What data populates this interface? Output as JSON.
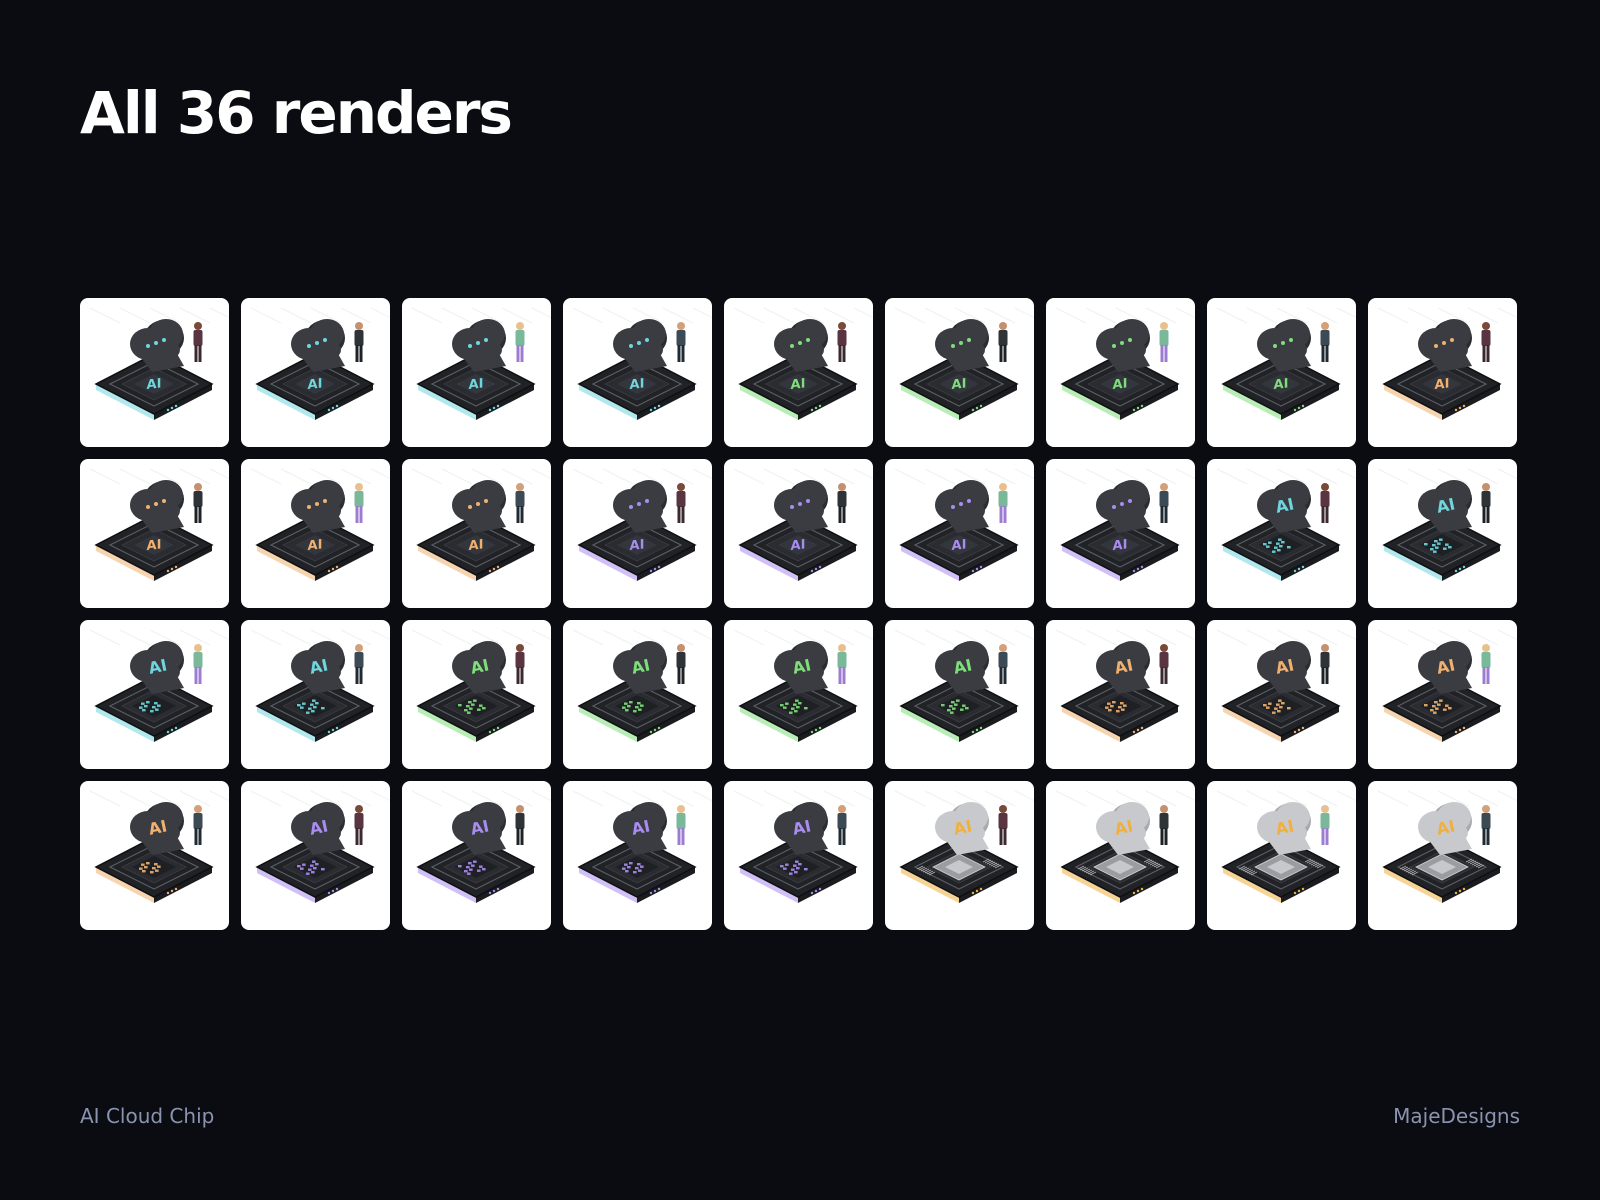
{
  "header": {
    "title": "All 36 renders"
  },
  "footer": {
    "left": "AI Cloud Chip",
    "right": "MajeDesigns"
  },
  "palette": {
    "teal": "#6fd6de",
    "green": "#7ede7a",
    "orange": "#f0b070",
    "purple": "#a98cf0",
    "gold": "#f0b040"
  },
  "renders": [
    {
      "accent": "teal",
      "cloud_label": "dots",
      "chip_label": "AI",
      "core": "solid",
      "person": "man-maroon"
    },
    {
      "accent": "teal",
      "cloud_label": "dots",
      "chip_label": "AI",
      "core": "solid",
      "person": "man-dark"
    },
    {
      "accent": "teal",
      "cloud_label": "dots",
      "chip_label": "AI",
      "core": "solid",
      "person": "woman-purple"
    },
    {
      "accent": "teal",
      "cloud_label": "dots",
      "chip_label": "AI",
      "core": "solid",
      "person": "man-teal"
    },
    {
      "accent": "green",
      "cloud_label": "dots",
      "chip_label": "AI",
      "core": "solid",
      "person": "man-maroon"
    },
    {
      "accent": "green",
      "cloud_label": "dots",
      "chip_label": "AI",
      "core": "solid",
      "person": "man-dark"
    },
    {
      "accent": "green",
      "cloud_label": "dots",
      "chip_label": "AI",
      "core": "solid",
      "person": "woman-purple"
    },
    {
      "accent": "green",
      "cloud_label": "dots",
      "chip_label": "AI",
      "core": "solid",
      "person": "man-teal"
    },
    {
      "accent": "orange",
      "cloud_label": "dots",
      "chip_label": "AI",
      "core": "solid",
      "person": "man-maroon"
    },
    {
      "accent": "orange",
      "cloud_label": "dots",
      "chip_label": "AI",
      "core": "solid",
      "person": "man-dark"
    },
    {
      "accent": "orange",
      "cloud_label": "dots",
      "chip_label": "AI",
      "core": "solid",
      "person": "woman-purple"
    },
    {
      "accent": "orange",
      "cloud_label": "dots",
      "chip_label": "AI",
      "core": "solid",
      "person": "man-teal"
    },
    {
      "accent": "purple",
      "cloud_label": "dots",
      "chip_label": "AI",
      "core": "solid",
      "person": "man-maroon"
    },
    {
      "accent": "purple",
      "cloud_label": "dots",
      "chip_label": "AI",
      "core": "solid",
      "person": "man-dark"
    },
    {
      "accent": "purple",
      "cloud_label": "dots",
      "chip_label": "AI",
      "core": "solid",
      "person": "woman-purple"
    },
    {
      "accent": "purple",
      "cloud_label": "dots",
      "chip_label": "AI",
      "core": "solid",
      "person": "man-teal"
    },
    {
      "accent": "teal",
      "cloud_label": "AI",
      "chip_label": "",
      "core": "maze",
      "person": "man-maroon"
    },
    {
      "accent": "teal",
      "cloud_label": "AI",
      "chip_label": "",
      "core": "maze",
      "person": "man-dark"
    },
    {
      "accent": "teal",
      "cloud_label": "AI",
      "chip_label": "",
      "core": "maze",
      "person": "woman-purple"
    },
    {
      "accent": "teal",
      "cloud_label": "AI",
      "chip_label": "",
      "core": "maze",
      "person": "man-teal"
    },
    {
      "accent": "green",
      "cloud_label": "AI",
      "chip_label": "",
      "core": "maze",
      "person": "man-maroon"
    },
    {
      "accent": "green",
      "cloud_label": "AI",
      "chip_label": "",
      "core": "maze",
      "person": "man-dark"
    },
    {
      "accent": "green",
      "cloud_label": "AI",
      "chip_label": "",
      "core": "maze",
      "person": "woman-purple"
    },
    {
      "accent": "green",
      "cloud_label": "AI",
      "chip_label": "",
      "core": "maze",
      "person": "man-teal"
    },
    {
      "accent": "orange",
      "cloud_label": "AI",
      "chip_label": "",
      "core": "maze",
      "person": "man-maroon"
    },
    {
      "accent": "orange",
      "cloud_label": "AI",
      "chip_label": "",
      "core": "maze",
      "person": "man-dark"
    },
    {
      "accent": "orange",
      "cloud_label": "AI",
      "chip_label": "",
      "core": "maze",
      "person": "woman-purple"
    },
    {
      "accent": "orange",
      "cloud_label": "AI",
      "chip_label": "",
      "core": "maze",
      "person": "man-teal"
    },
    {
      "accent": "purple",
      "cloud_label": "AI",
      "chip_label": "",
      "core": "maze",
      "person": "man-maroon"
    },
    {
      "accent": "purple",
      "cloud_label": "AI",
      "chip_label": "",
      "core": "maze",
      "person": "man-dark"
    },
    {
      "accent": "purple",
      "cloud_label": "AI",
      "chip_label": "",
      "core": "maze",
      "person": "woman-purple"
    },
    {
      "accent": "purple",
      "cloud_label": "AI",
      "chip_label": "",
      "core": "maze",
      "person": "man-teal"
    },
    {
      "accent": "gold",
      "cloud_label": "AI",
      "chip_label": "",
      "core": "cpu",
      "person": "man-maroon",
      "cloud": "light"
    },
    {
      "accent": "gold",
      "cloud_label": "AI",
      "chip_label": "",
      "core": "cpu",
      "person": "man-dark",
      "cloud": "light"
    },
    {
      "accent": "gold",
      "cloud_label": "AI",
      "chip_label": "",
      "core": "cpu",
      "person": "woman-purple",
      "cloud": "light"
    },
    {
      "accent": "gold",
      "cloud_label": "AI",
      "chip_label": "",
      "core": "cpu",
      "person": "man-teal",
      "cloud": "light"
    }
  ]
}
